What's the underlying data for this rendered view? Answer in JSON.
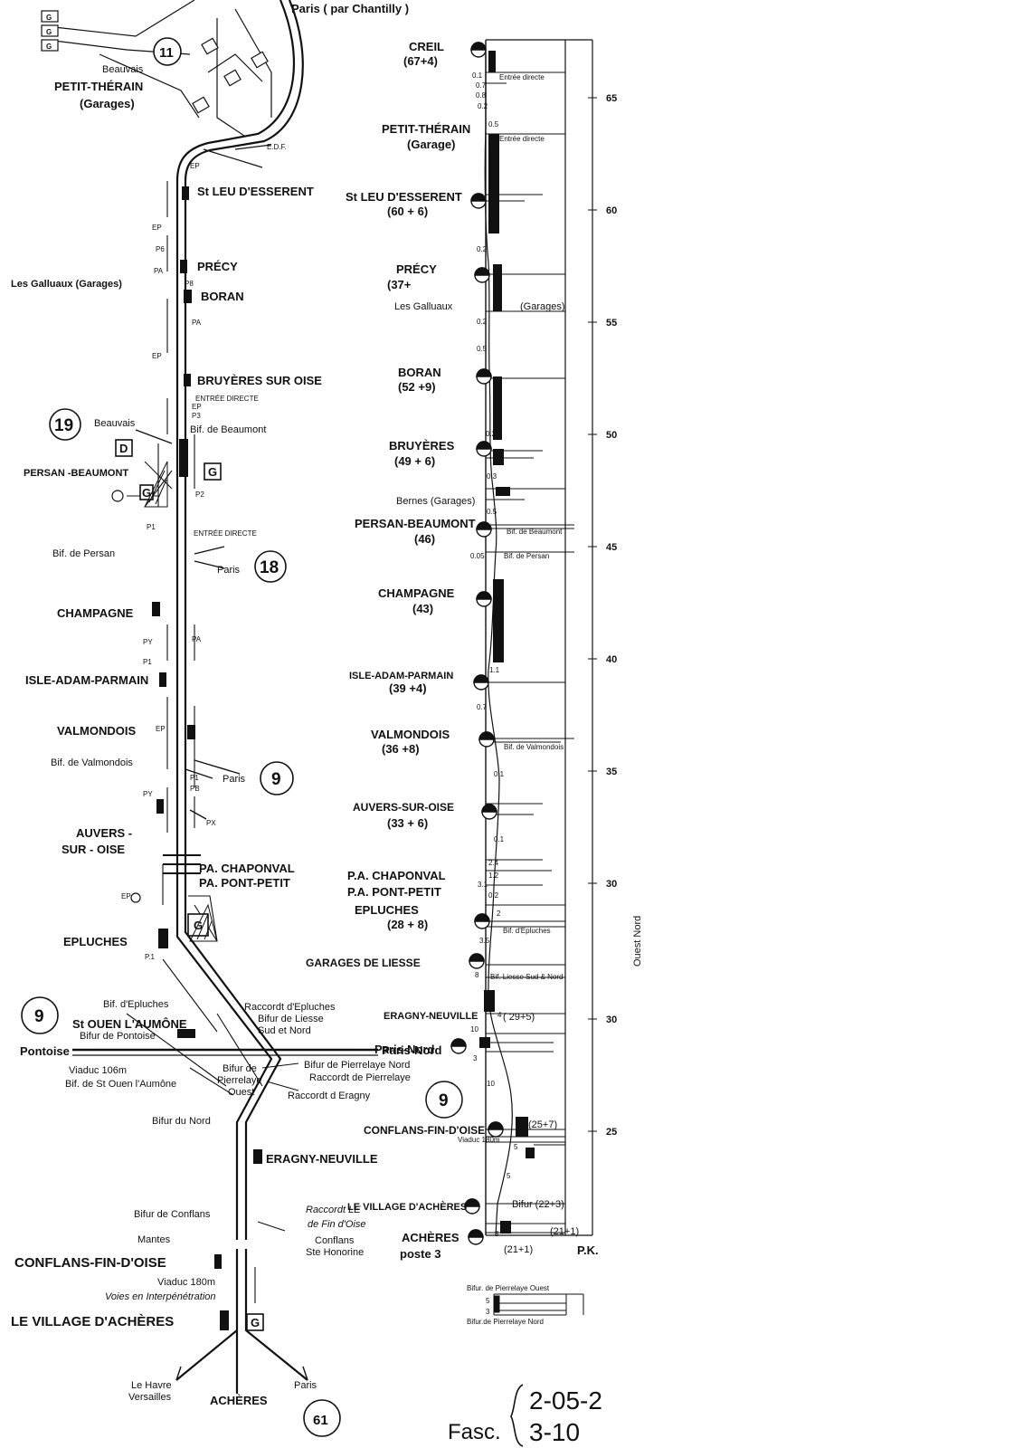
{
  "header": {
    "top_label": "Paris ( par Chantilly )"
  },
  "left_schematic": {
    "labels": {
      "beauvais_top": "Beauvais",
      "petit_therain": "PETIT-THÉRAIN",
      "garages": "(Garages)",
      "edf": "E.D.F.",
      "st_leu": "St LEU D'ESSERENT",
      "precy": "PRÉCY",
      "les_galluaux": "Les Galluaux (Garages)",
      "boran": "BORAN",
      "bruyeres": "BRUYÈRES SUR OISE",
      "entree_directe": "ENTRÉE DIRECTE",
      "beauvais": "Beauvais",
      "bif_beaumont": "Bif. de Beaumont",
      "persan_beaumont": "PERSAN -BEAUMONT",
      "entree_directe2": "ENTRÉE DIRECTE",
      "bif_persan": "Bif. de Persan",
      "paris1": "Paris",
      "champagne": "CHAMPAGNE",
      "isle_adam": "ISLE-ADAM-PARMAIN",
      "valmondois": "VALMONDOIS",
      "bif_valmondois": "Bif. de Valmondois",
      "paris2": "Paris",
      "auvers1": "AUVERS -",
      "auvers2": "SUR - OISE",
      "chaponval": "PA. CHAPONVAL",
      "pont_petit": "PA. PONT-PETIT",
      "epluches": "EPLUCHES",
      "bif_epluches": "Bif. d'Epluches",
      "raccord_epluches": "Raccordt d'Epluches",
      "bifur_liesse": "Bifur de Liesse",
      "sud_nord": "Sud et Nord",
      "st_ouen": "St OUEN L'AUMÔNE",
      "bifur_pontoise": "Bifur de Pontoise",
      "pontoise": "Pontoise",
      "paris_nord": "Paris-Nord",
      "bifur_pierrelaye_nord": "Bifur de Pierrelaye Nord",
      "raccord_pierrelaye": "Raccordt de Pierrelaye",
      "viaduc106": "Viaduc 106m",
      "bif_st_ouen": "Bif. de St Ouen l'Aumône",
      "bifur_de": "Bifur de",
      "pierrelaye": "Pierrelaye",
      "ouest": "Ouest",
      "raccord_eragny": "Raccordt d Eragny",
      "bifur_nord": "Bifur du Nord",
      "eragny_neuville": "ERAGNY-NEUVILLE",
      "bifur_conflans": "Bifur de Conflans",
      "raccord_village": "Raccordt LE",
      "fin_oise": "de Fin d'Oise",
      "mantes": "Mantes",
      "conflans": "Conflans",
      "ste_honorine": "Ste Honorine",
      "conflans_fin_oise": "CONFLANS-FIN-D'OISE",
      "viaduc180": "Viaduc 180m",
      "voies": "Voies en Interpénétration",
      "village_acheres": "LE VILLAGE D'ACHÈRES",
      "le_havre": "Le Havre",
      "versailles": "Versailles",
      "acheres": "ACHÈRES",
      "paris_bottom": "Paris"
    },
    "circles": [
      "11",
      "19",
      "18",
      "9",
      "9",
      "61"
    ],
    "small_box_letters": [
      "G",
      "D"
    ],
    "signal_codes": [
      "EP",
      "PA",
      "P6",
      "P8",
      "P2",
      "P1",
      "PY",
      "PX",
      "PB",
      "P3",
      "EP",
      "PA",
      "P.1"
    ]
  },
  "profile": {
    "stations": [
      {
        "name": "CREIL",
        "sub": "(67+4)"
      },
      {
        "name": "PETIT-THÉRAIN",
        "sub": "(Garage)"
      },
      {
        "name": "St LEU D'ESSERENT",
        "sub": "(60 + 6)"
      },
      {
        "name": "PRÉCY",
        "sub": "(37+"
      },
      {
        "name": "BORAN",
        "sub": "(52 +9)"
      },
      {
        "name": "BRUYÈRES",
        "sub": "(49 + 6)"
      },
      {
        "name": "PERSAN-BEAUMONT",
        "sub": "(46)"
      },
      {
        "name": "CHAMPAGNE",
        "sub": "(43)"
      },
      {
        "name": "ISLE-ADAM-PARMAIN",
        "sub": "(39 +4)"
      },
      {
        "name": "VALMONDOIS",
        "sub": "(36 +8)"
      },
      {
        "name": "AUVERS-SUR-OISE",
        "sub": "(33 + 6)"
      },
      {
        "name": "P.A. CHAPONVAL",
        "sub": ""
      },
      {
        "name": "P.A. PONT-PETIT",
        "sub": ""
      },
      {
        "name": "EPLUCHES",
        "sub": "(28 + 8)"
      },
      {
        "name": "GARAGES DE LIESSE",
        "sub": ""
      },
      {
        "name": "ERAGNY-NEUVILLE",
        "sub": ""
      },
      {
        "name": "Paris-Nord",
        "sub": ""
      },
      {
        "name": "CONFLANS-FIN-D'OISE",
        "sub": ""
      },
      {
        "name": "LE VILLAGE D'ACHÈRES",
        "sub": ""
      },
      {
        "name": "ACHÈRES",
        "sub": ""
      },
      {
        "name": "poste 3",
        "sub": ""
      }
    ],
    "extra_labels": {
      "les_galluaux": "Les Galluaux",
      "garages_prec": "(Garages)",
      "bernes": "Bernes (Garages)",
      "entree_directe_a": "Entrée directe",
      "entree_directe_b": "Entrée directe",
      "bif_beaumont": "Bif. de Beaumont",
      "bif_persan": "Bif. de Persan",
      "bif_valmondois": "Bif. de Valmondois",
      "bif_epluches": "Bif. d'Epluches",
      "bif_liesse": "Bif. Liesse Sud & Nord",
      "eragny_km": "( 29+5)",
      "conflans_km": "(25+7)",
      "viaduc": "Viaduc 180m",
      "bifur_village": "Bifur (22+3)",
      "acheres_km_a": "(21+1)",
      "acheres_km_b": "(21+1)",
      "circle": "9",
      "pk": "P.K.",
      "ouest_nord": "Ouest Nord"
    },
    "gradients": [
      "0.1",
      "0.7",
      "0.8",
      "0.2",
      "0.5",
      "0.2",
      "0.2",
      "0.5",
      "0.2",
      "0.3",
      "0.5",
      "0.05",
      "1.1",
      "0.7",
      "0.1",
      "0.1",
      "2.4",
      "3.1",
      "1.2",
      "0.2",
      "2",
      "3.5",
      "8",
      "4",
      "10",
      "3",
      "10",
      "5",
      "5",
      "3"
    ],
    "pk_ticks": [
      "65",
      "60",
      "55",
      "50",
      "45",
      "40",
      "35",
      "30",
      "30",
      "25"
    ]
  },
  "inset": {
    "top": "Bifur. de Pierrelaye Ouest",
    "bottom": "Bifur.de Pierrelaye Nord",
    "numbers": [
      "5",
      "3"
    ]
  },
  "footer": {
    "fasc": "Fasc.",
    "code_top": "2-05-2",
    "code_bottom": "3-10"
  }
}
